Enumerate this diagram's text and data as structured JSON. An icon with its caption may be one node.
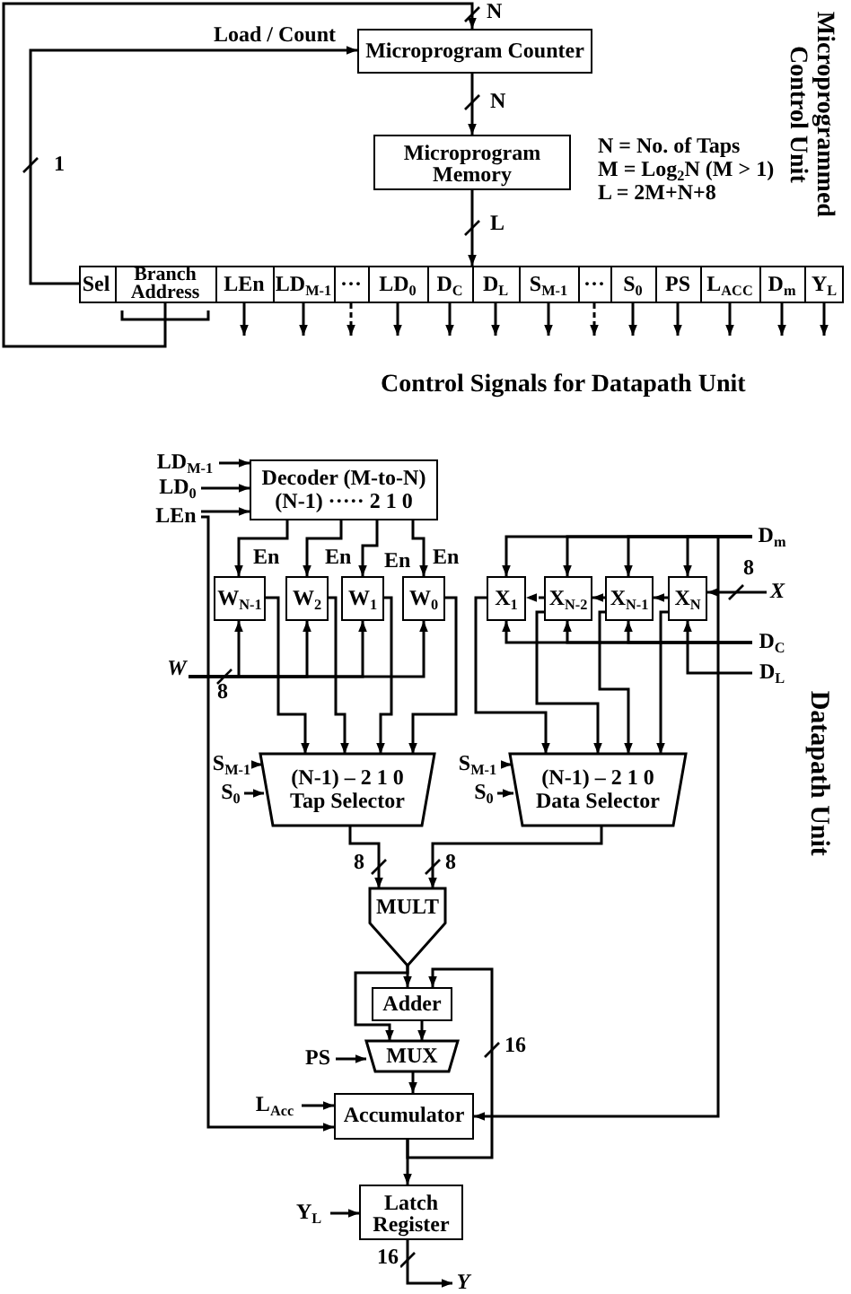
{
  "diagram": {
    "nodes": [
      {
        "text": [
          "Microprogram Counter"
        ]
      },
      {
        "text": [
          "Microprogram Memory"
        ]
      },
      {
        "text": [],
        "shape": "box"
      },
      {
        "text": [
          "Sel"
        ],
        "in": 2
      },
      {
        "text": [
          "Branch Address"
        ],
        "in": 2
      },
      {
        "text": [
          "LEn"
        ],
        "in": 2
      },
      {
        "text": [
          "LD$_{M-1}$"
        ],
        "in": 2
      },
      {
        "text": [
          "···"
        ],
        "in": 2
      },
      {
        "text": [
          "LD$_{0}$"
        ],
        "in": 2
      },
      {
        "text": [
          "D$_{C}$"
        ],
        "in": 2
      },
      {
        "text": [
          "D$_{L}$"
        ],
        "in": 2
      },
      {
        "text": [
          "S$_{M-1}$"
        ],
        "in": 2
      },
      {
        "text": [
          "···"
        ],
        "in": 2
      },
      {
        "text": [
          "S$_{0}$"
        ],
        "in": 2
      },
      {
        "text": [
          "PS"
        ],
        "in": 2
      },
      {
        "text": [
          "L$_{ACC}$"
        ],
        "in": 2
      },
      {
        "text": [
          "D$_{m}$"
        ],
        "in": 2
      },
      {
        "text": [
          "Y$_{L}$"
        ],
        "in": 2
      },
      {
        "text": [
          "LD$_{M-1}$"
        ]
      },
      {
        "text": [
          "LD$_{0}$"
        ]
      },
      {
        "text": [
          "LEn"
        ]
      },
      {
        "text": [
          "Decoder (M-to-N)",
          "(N-1) ····· 2 1 0"
        ]
      },
      {
        "text": [
          "W$_{N-1}$"
        ]
      },
      {
        "text": [
          "W$_{2}$"
        ]
      },
      {
        "text": [
          "W$_{1}$"
        ]
      },
      {
        "text": [
          "W$_{0}$"
        ]
      },
      {
        "text": [
          "W"
        ]
      },
      {
        "text": [
          "D$_{m}$"
        ]
      },
      {
        "text": [
          "X"
        ]
      },
      {
        "text": [
          "D$_{C}$"
        ]
      },
      {
        "text": [
          "D$_{L}$"
        ]
      },
      {
        "text": [
          "X$_{1}$"
        ]
      },
      {
        "text": [
          "X$_{N-2}$"
        ]
      },
      {
        "text": [
          "X$_{N-1}$"
        ]
      },
      {
        "text": [
          "X$_{N}$"
        ]
      },
      {
        "text": [
          "S$_{M-1}$"
        ]
      },
      {
        "text": [
          "S$_{0}$"
        ]
      },
      {
        "text": [
          "(N-1) – 2 1 0",
          "Tap Selector"
        ]
      },
      {
        "text": [
          "S$_{M-1}$"
        ]
      },
      {
        "text": [
          "S$_{0}$"
        ]
      },
      {
        "text": [
          "(N-1) – 2 1 0",
          "Data Selector"
        ]
      },
      {
        "text": [
          "MULT"
        ]
      },
      {
        "text": [
          "Adder"
        ]
      },
      {
        "text": [
          "PS"
        ]
      },
      {
        "text": [
          "MUX"
        ]
      },
      {
        "text": [
          "L$_{Acc}$"
        ]
      },
      {
        "text": [
          "Accumulator"
        ]
      },
      {
        "text": [
          "Y$_{L}$"
        ]
      },
      {
        "text": [
          "Latch Register"
        ]
      },
      {
        "text": [
          "Y"
        ]
      }
    ],
    "edges": [
      {
        "from": 4,
        "to": 0,
        "arrow": "to",
        "label": "N"
      },
      {
        "from": 3,
        "to": 0,
        "arrow": "to",
        "label": "Load / Count"
      },
      {
        "from": 0,
        "to": 1,
        "arrow": "to",
        "label": "N"
      },
      {
        "from": 1,
        "to": 2,
        "arrow": "to",
        "label": "L"
      },
      {
        "from": 5,
        "to": null,
        "arrow": "to"
      },
      {
        "from": 6,
        "to": null,
        "arrow": "to"
      },
      {
        "from": 7,
        "to": null,
        "arrow": "to",
        "style": "dashed"
      },
      {
        "from": 8,
        "to": null,
        "arrow": "to"
      },
      {
        "from": 9,
        "to": null,
        "arrow": "to"
      },
      {
        "from": 10,
        "to": null,
        "arrow": "to"
      },
      {
        "from": 11,
        "to": null,
        "arrow": "to"
      },
      {
        "from": 12,
        "to": null,
        "arrow": "to",
        "style": "dashed"
      },
      {
        "from": 13,
        "to": null,
        "arrow": "to"
      },
      {
        "from": 14,
        "to": null,
        "arrow": "to"
      },
      {
        "from": 15,
        "to": null,
        "arrow": "to"
      },
      {
        "from": 16,
        "to": null,
        "arrow": "to"
      },
      {
        "from": 17,
        "to": null,
        "arrow": "to"
      },
      {
        "from": 18,
        "to": 21,
        "arrow": "to"
      },
      {
        "from": 19,
        "to": 21,
        "arrow": "to"
      },
      {
        "from": 20,
        "to": 21,
        "arrow": "to"
      },
      {
        "from": 20,
        "to": 46,
        "arrow": "to"
      },
      {
        "from": 21,
        "to": 22,
        "arrow": "to",
        "label": "En"
      },
      {
        "from": 21,
        "to": 23,
        "arrow": "to",
        "label": "En"
      },
      {
        "from": 21,
        "to": 24,
        "arrow": "to",
        "label": "En"
      },
      {
        "from": 21,
        "to": 25,
        "arrow": "to",
        "label": "En"
      },
      {
        "from": 26,
        "to": 22,
        "arrow": "to"
      },
      {
        "from": 26,
        "to": 23,
        "arrow": "to"
      },
      {
        "from": 26,
        "to": 24,
        "arrow": "to"
      },
      {
        "from": 26,
        "to": 25,
        "arrow": "to"
      },
      {
        "from": 27,
        "to": 31,
        "arrow": "to"
      },
      {
        "from": 27,
        "to": 32,
        "arrow": "to"
      },
      {
        "from": 27,
        "to": 33,
        "arrow": "to"
      },
      {
        "from": 27,
        "to": 34,
        "arrow": "to"
      },
      {
        "from": 27,
        "to": 46,
        "arrow": "to"
      },
      {
        "from": 28,
        "to": 34,
        "arrow": "to",
        "label": "8"
      },
      {
        "from": 34,
        "to": 33,
        "arrow": "to"
      },
      {
        "from": 33,
        "to": 32,
        "arrow": "to"
      },
      {
        "from": 32,
        "to": 31,
        "arrow": "to",
        "style": "dashed"
      },
      {
        "from": 29,
        "to": 31,
        "arrow": "to"
      },
      {
        "from": 29,
        "to": 32,
        "arrow": "to"
      },
      {
        "from": 29,
        "to": 33,
        "arrow": "to"
      },
      {
        "from": 30,
        "to": 34,
        "arrow": "to"
      },
      {
        "from": 22,
        "to": 37,
        "arrow": "to"
      },
      {
        "from": 23,
        "to": 37,
        "arrow": "to"
      },
      {
        "from": 24,
        "to": 37,
        "arrow": "to"
      },
      {
        "from": 25,
        "to": 37,
        "arrow": "to"
      },
      {
        "from": 31,
        "to": 40,
        "arrow": "to"
      },
      {
        "from": 32,
        "to": 40,
        "arrow": "to"
      },
      {
        "from": 33,
        "to": 40,
        "arrow": "to"
      },
      {
        "from": 34,
        "to": 40,
        "arrow": "to"
      },
      {
        "from": 35,
        "to": 37,
        "arrow": "to"
      },
      {
        "from": 36,
        "to": 37,
        "arrow": "to"
      },
      {
        "from": 38,
        "to": 40,
        "arrow": "to"
      },
      {
        "from": 39,
        "to": 40,
        "arrow": "to"
      },
      {
        "from": 37,
        "to": 41,
        "arrow": "to",
        "label": "8"
      },
      {
        "from": 40,
        "to": 41,
        "arrow": "to",
        "label": "8"
      },
      {
        "from": 41,
        "to": 42,
        "arrow": "to"
      },
      {
        "from": 41,
        "to": 44,
        "arrow": "to"
      },
      {
        "from": 42,
        "to": 44,
        "arrow": "to"
      },
      {
        "from": 43,
        "to": 44,
        "arrow": "to"
      },
      {
        "from": 44,
        "to": 46,
        "arrow": "to"
      },
      {
        "from": 45,
        "to": 46,
        "arrow": "to"
      },
      {
        "from": 46,
        "to": 42,
        "arrow": "to",
        "label": "16"
      },
      {
        "from": 46,
        "to": 48,
        "arrow": "to"
      },
      {
        "from": 47,
        "to": 48,
        "arrow": "to"
      },
      {
        "from": 48,
        "to": 49,
        "arrow": "to",
        "label": "16"
      }
    ],
    "labels": [
      "Microprogrammed Control Unit",
      "1",
      "N = No. of Taps",
      "M = Log$_{2}$N (M > 1)",
      "L = 2M+N+8",
      "Control Signals for Datapath Unit",
      "8",
      "Datapath Unit"
    ]
  }
}
